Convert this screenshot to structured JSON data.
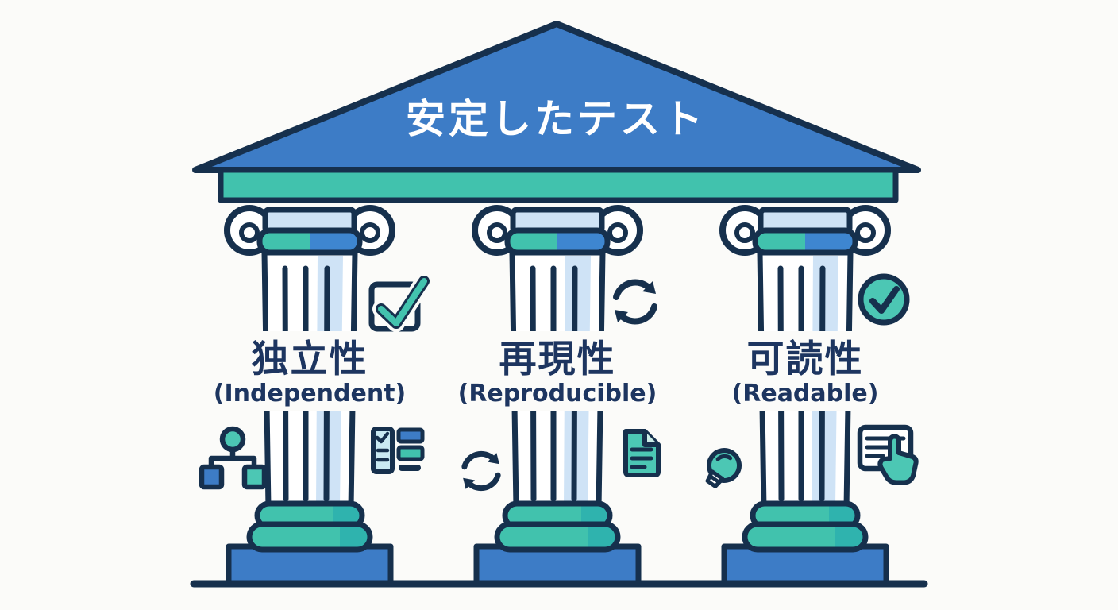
{
  "title": "安定したテスト",
  "pillars": [
    {
      "label_jp": "独立性",
      "label_en": "(Independent)",
      "icon_top": "checkbox-check",
      "icon_side_left": "hierarchy",
      "icon_side_right": "checklist"
    },
    {
      "label_jp": "再現性",
      "label_en": "(Reproducible)",
      "icon_top": "sync-arrows",
      "icon_side_left": "sync-arrows",
      "icon_side_right": "document"
    },
    {
      "label_jp": "可読性",
      "label_en": "(Readable)",
      "icon_top": "check-circle",
      "icon_side_left": "lightbulb",
      "icon_side_right": "document-pointer"
    }
  ],
  "colors": {
    "background": "#fbfbf9",
    "navy_outline": "#16304d",
    "text_navy": "#1d3560",
    "pediment_blue": "#3d7cc6",
    "echinus_blue": "#3e86d0",
    "teal": "#41c2ad",
    "teal_dark": "#2fb3ae",
    "light_blue": "#cfe3f6",
    "light_cyan": "#c9e9f2",
    "fold_teal": "#cdeee9",
    "icon_teal": "#4cc7b4",
    "check_teal": "#43c3ae",
    "white": "#ffffff"
  }
}
